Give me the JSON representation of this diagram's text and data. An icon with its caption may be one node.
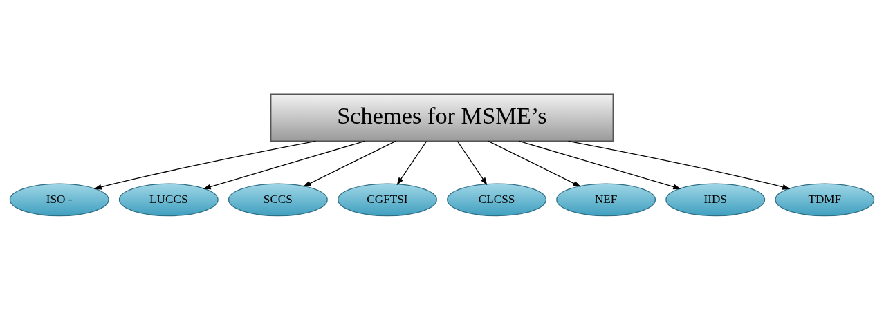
{
  "diagram": {
    "nodes": [
      {
        "text": [
          "Schemes for MSME’s"
        ]
      },
      {
        "text": [
          "ISO -"
        ]
      },
      {
        "text": [
          "LUCCS"
        ]
      },
      {
        "text": [
          "SCCS"
        ]
      },
      {
        "text": [
          "CGFTSI"
        ]
      },
      {
        "text": [
          "CLCSS"
        ]
      },
      {
        "text": [
          "NEF"
        ]
      },
      {
        "text": [
          "IIDS"
        ]
      },
      {
        "text": [
          "TDMF"
        ]
      }
    ],
    "edges": [
      {
        "from": 0,
        "to": 1,
        "arrow": "to"
      },
      {
        "from": 0,
        "to": 2,
        "arrow": "to"
      },
      {
        "from": 0,
        "to": 3,
        "arrow": "to"
      },
      {
        "from": 0,
        "to": 4,
        "arrow": "to"
      },
      {
        "from": 0,
        "to": 5,
        "arrow": "to"
      },
      {
        "from": 0,
        "to": 6,
        "arrow": "to"
      },
      {
        "from": 0,
        "to": 7,
        "arrow": "to"
      },
      {
        "from": 0,
        "to": 8,
        "arrow": "to"
      }
    ]
  }
}
